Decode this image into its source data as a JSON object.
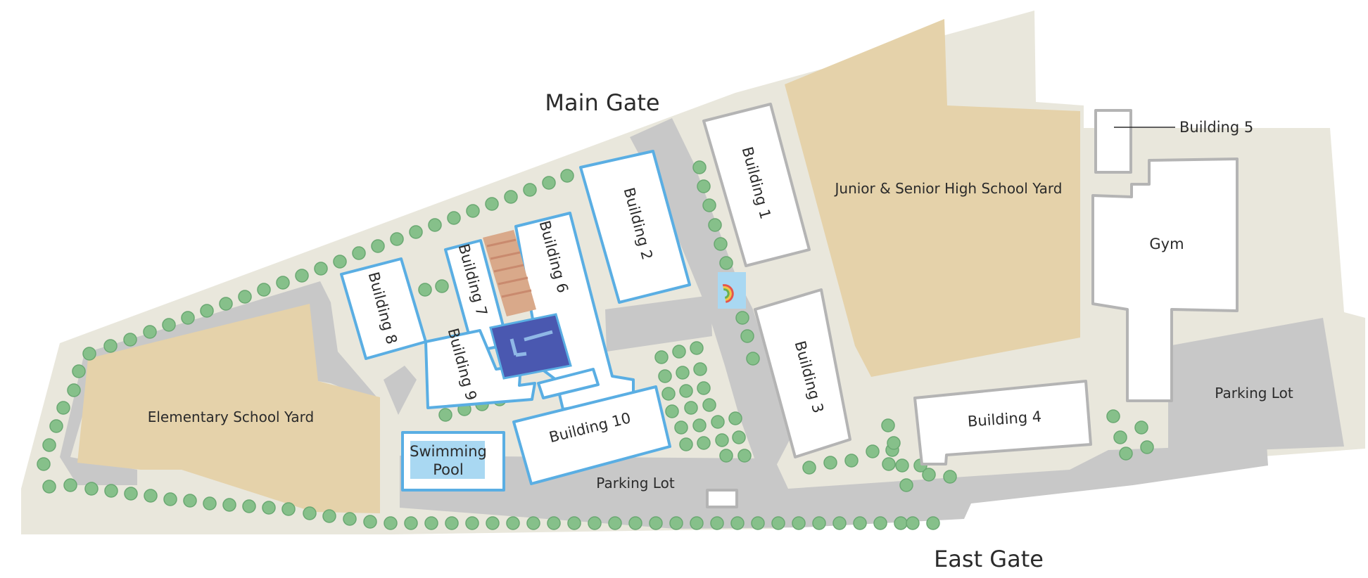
{
  "labels": {
    "main_gate": "Main Gate",
    "east_gate": "East Gate",
    "building_1": "Building 1",
    "building_2": "Building 2",
    "building_3": "Building 3",
    "building_4": "Building 4",
    "building_5": "Building 5",
    "building_6": "Building 6",
    "building_7": "Building 7",
    "building_8": "Building 8",
    "building_9": "Building 9",
    "building_10": "Building 10",
    "gym": "Gym",
    "swimming_pool_line1": "Swimming",
    "swimming_pool_line2": "Pool",
    "elementary_yard": "Elementary School Yard",
    "high_school_yard": "Junior & Senior High School Yard",
    "parking_lot_center": "Parking Lot",
    "parking_lot_east": "Parking Lot"
  },
  "colors": {
    "ground": "#e9e7dc",
    "yard": "#e5d2aa",
    "road": "#c8c8c8",
    "building_fill": "#ffffff",
    "elementary_outline": "#5aaee3",
    "secondary_outline": "#b4b4b4",
    "tree": "#86c08a",
    "tree_edge": "#6aa872",
    "pool_water": "#a9d8f2",
    "fountain": "#4a58b0",
    "garden": "#d9a98a"
  }
}
